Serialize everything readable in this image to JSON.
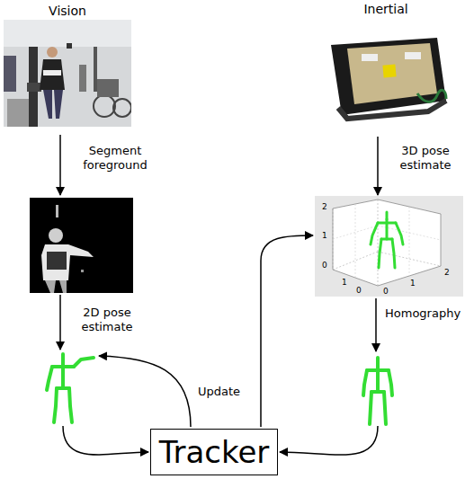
{
  "diagram": {
    "nodes": [
      {
        "text": [
          "Vision"
        ]
      },
      {
        "text": [
          "Inertial"
        ]
      },
      {
        "text": [
          "Tracker"
        ]
      }
    ],
    "labels": [
      "Segment foreground",
      "2D pose estimate",
      "Update",
      "3D pose estimate",
      "Homography",
      "2",
      "1",
      "0",
      "1",
      "0",
      "0",
      "1",
      "2"
    ]
  }
}
